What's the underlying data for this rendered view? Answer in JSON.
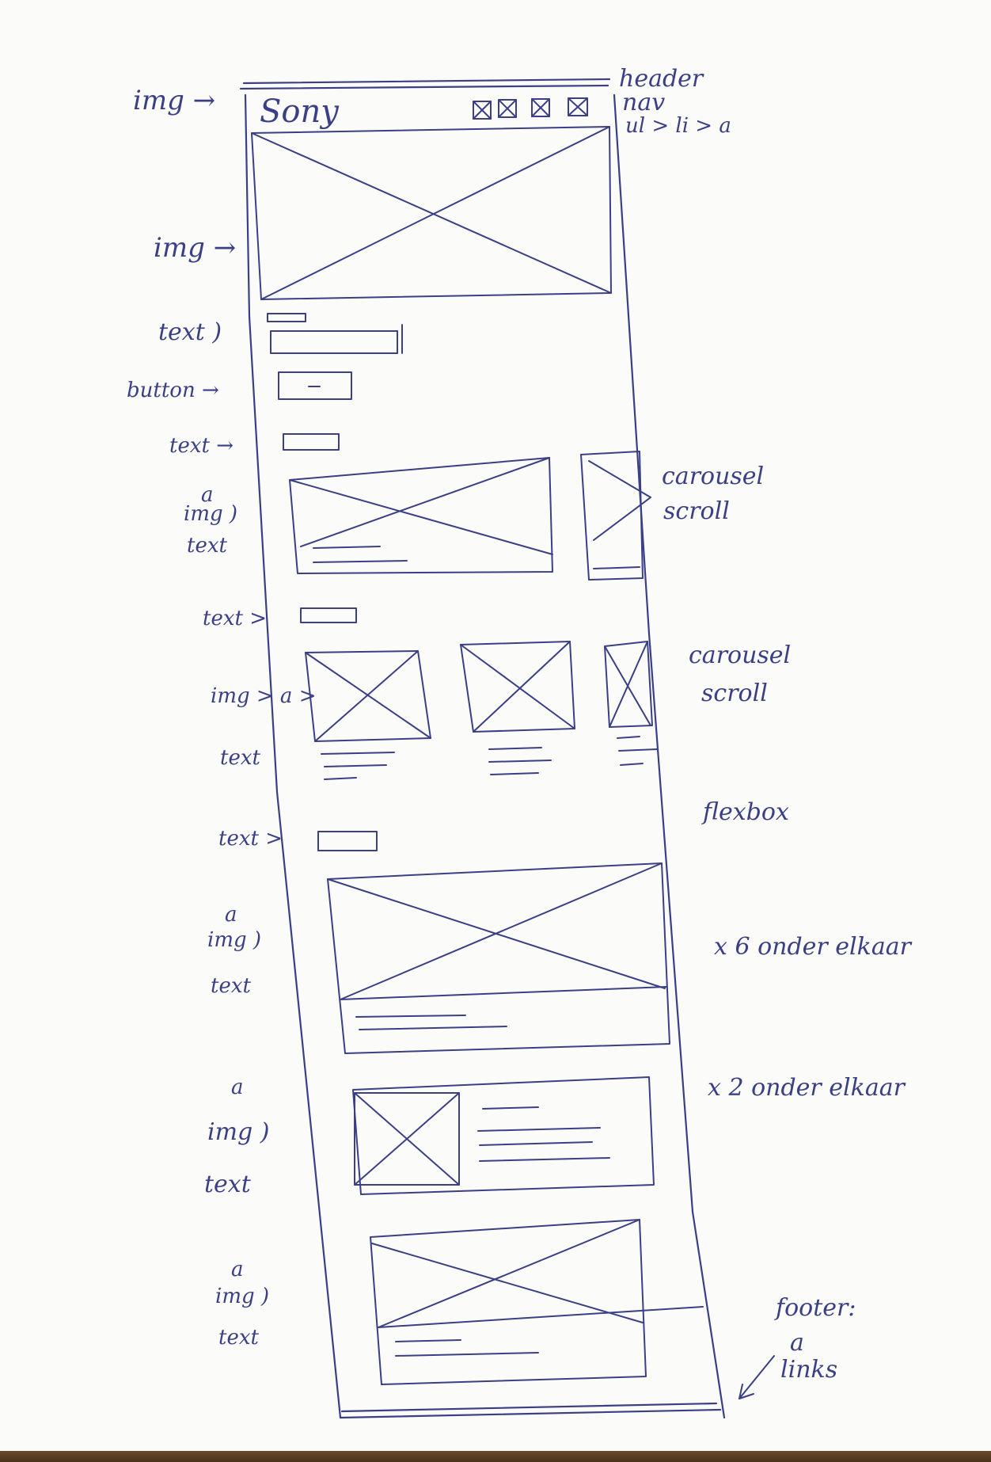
{
  "header": {
    "logo": "Sony",
    "note_line1": "header",
    "note_line2": "nav",
    "note_line3": "ul > li > a"
  },
  "labels": {
    "img1": "img →",
    "img2": "img →",
    "text1": "text )",
    "button": "button →",
    "text2": "text →",
    "a1": "a",
    "img3": "img )",
    "text3": "text",
    "text4": "text >",
    "img4": "img > a >",
    "text5": "text",
    "text6": "text >",
    "a2": "a",
    "img5": "img )",
    "text7": "text",
    "a3": "a",
    "img6": "img )",
    "text8": "text",
    "a4": "a",
    "img7": "img )",
    "text9": "text"
  },
  "notes": {
    "carousel1_line1": "carousel",
    "carousel1_line2": "scroll",
    "carousel2_line1": "carousel",
    "carousel2_line2": "scroll",
    "flexbox": "flexbox",
    "x6": "x 6 onder elkaar",
    "x2": "x 2 onder elkaar",
    "footer_line1": "footer:",
    "footer_line2": "a",
    "footer_line3": "links"
  },
  "colors": {
    "ink": "#3a3f86",
    "paper": "#fbfbfa",
    "wood": "#5a3d23"
  }
}
